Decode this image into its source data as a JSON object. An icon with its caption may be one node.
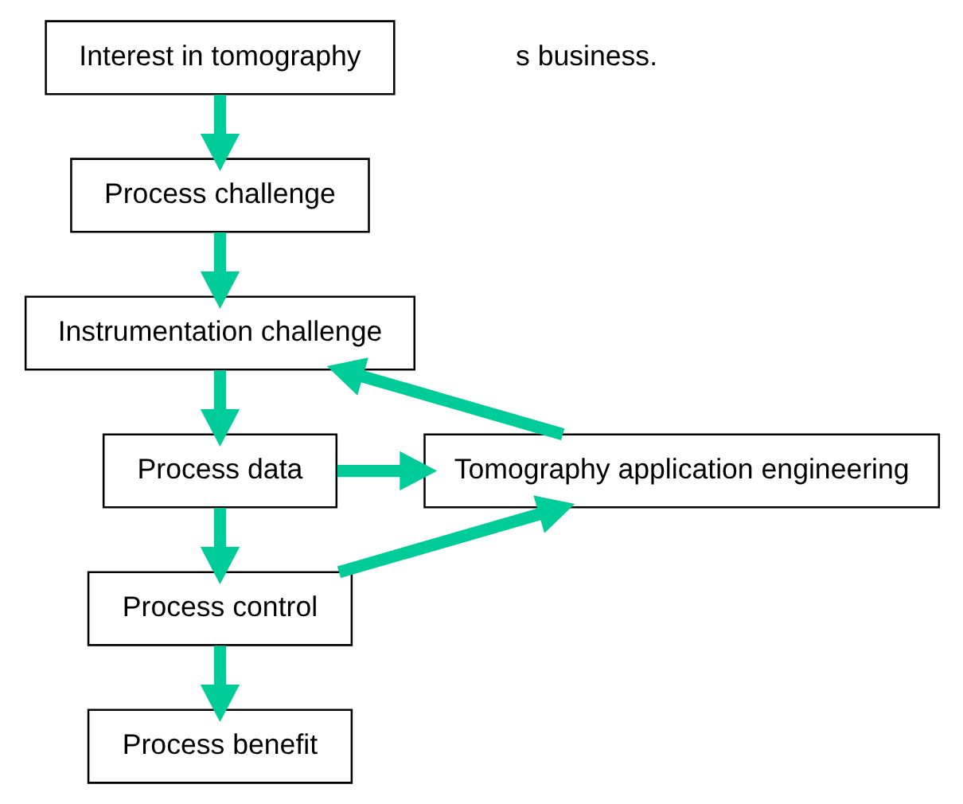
{
  "diagram": {
    "nodes": [
      {
        "text": [
          "Interest in tomography"
        ]
      },
      {
        "text": [
          "Process challenge"
        ]
      },
      {
        "text": [
          "Instrumentation challenge"
        ]
      },
      {
        "text": [
          "Tomography application engineering"
        ]
      },
      {
        "text": [
          "Process data"
        ]
      },
      {
        "text": [
          "Process control"
        ]
      },
      {
        "text": [
          "Process benefit"
        ]
      }
    ],
    "edges": [
      {
        "from": 0,
        "to": 1,
        "arrow": "to"
      },
      {
        "from": 1,
        "to": 2,
        "arrow": "to"
      },
      {
        "from": 2,
        "to": 4,
        "arrow": "to"
      },
      {
        "from": 4,
        "to": 3,
        "arrow": "to"
      },
      {
        "from": 3,
        "to": 2,
        "arrow": "to"
      },
      {
        "from": 4,
        "to": 5,
        "arrow": "to"
      },
      {
        "from": 5,
        "to": 3,
        "arrow": "to"
      },
      {
        "from": 5,
        "to": 6,
        "arrow": "to"
      }
    ],
    "labels": [
      "s business."
    ]
  }
}
